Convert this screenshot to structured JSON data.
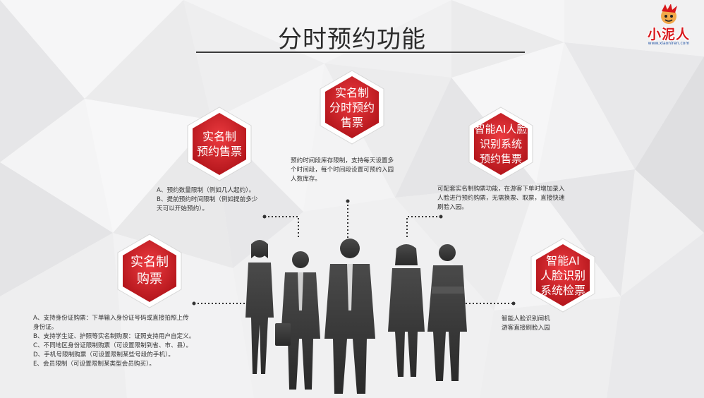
{
  "title": "分时预约功能",
  "logo": {
    "text": "小泥人",
    "url": "www.xiaoniren.com"
  },
  "features": [
    {
      "id": "realname-booking",
      "label": "实名制\n预约售票",
      "description": "A、预约数量限制（例如几人起约）。\nB、提前预约时间限制（例如提前多少\n天可以开始预约）。"
    },
    {
      "id": "realname-timeslot",
      "label": "实名制\n分时预约\n售票",
      "description": "预约时间段库存限制，支持每天设置多\n个时间段，每个时间段设置可预约入园\n人数库存。"
    },
    {
      "id": "ai-face-booking",
      "label": "智能AI人脸\n识别系统\n预约售票",
      "description": "可配套实名制购票功能，在游客下单时增加录入\n人脸进行预约购票，无需换票、取票，直接快速\n刷脸入园。"
    },
    {
      "id": "realname-purchase",
      "label": "实名制\n购票",
      "description": "A、支持身份证购票：下单输入身份证号码或直接拍照上传\n身份证。\nB、支持学生证、护照等实名制购票：证照支持用户自定义。\nC、不同地区身份证限制购票（可设置限制到省、市、县）。\nD、手机号限制购票（可设置限制某些号段的手机）。\nE、会员限制（可设置限制某类型会员购买）。"
    },
    {
      "id": "ai-face-check",
      "label": "智能AI\n人脸识别\n系统检票",
      "description": "智能人脸识别闸机\n游客直接刷脸入园"
    }
  ],
  "colors": {
    "hex_red": "#d9252b",
    "hex_dark": "#a3151b",
    "silhouette": "#3c3c3c"
  }
}
